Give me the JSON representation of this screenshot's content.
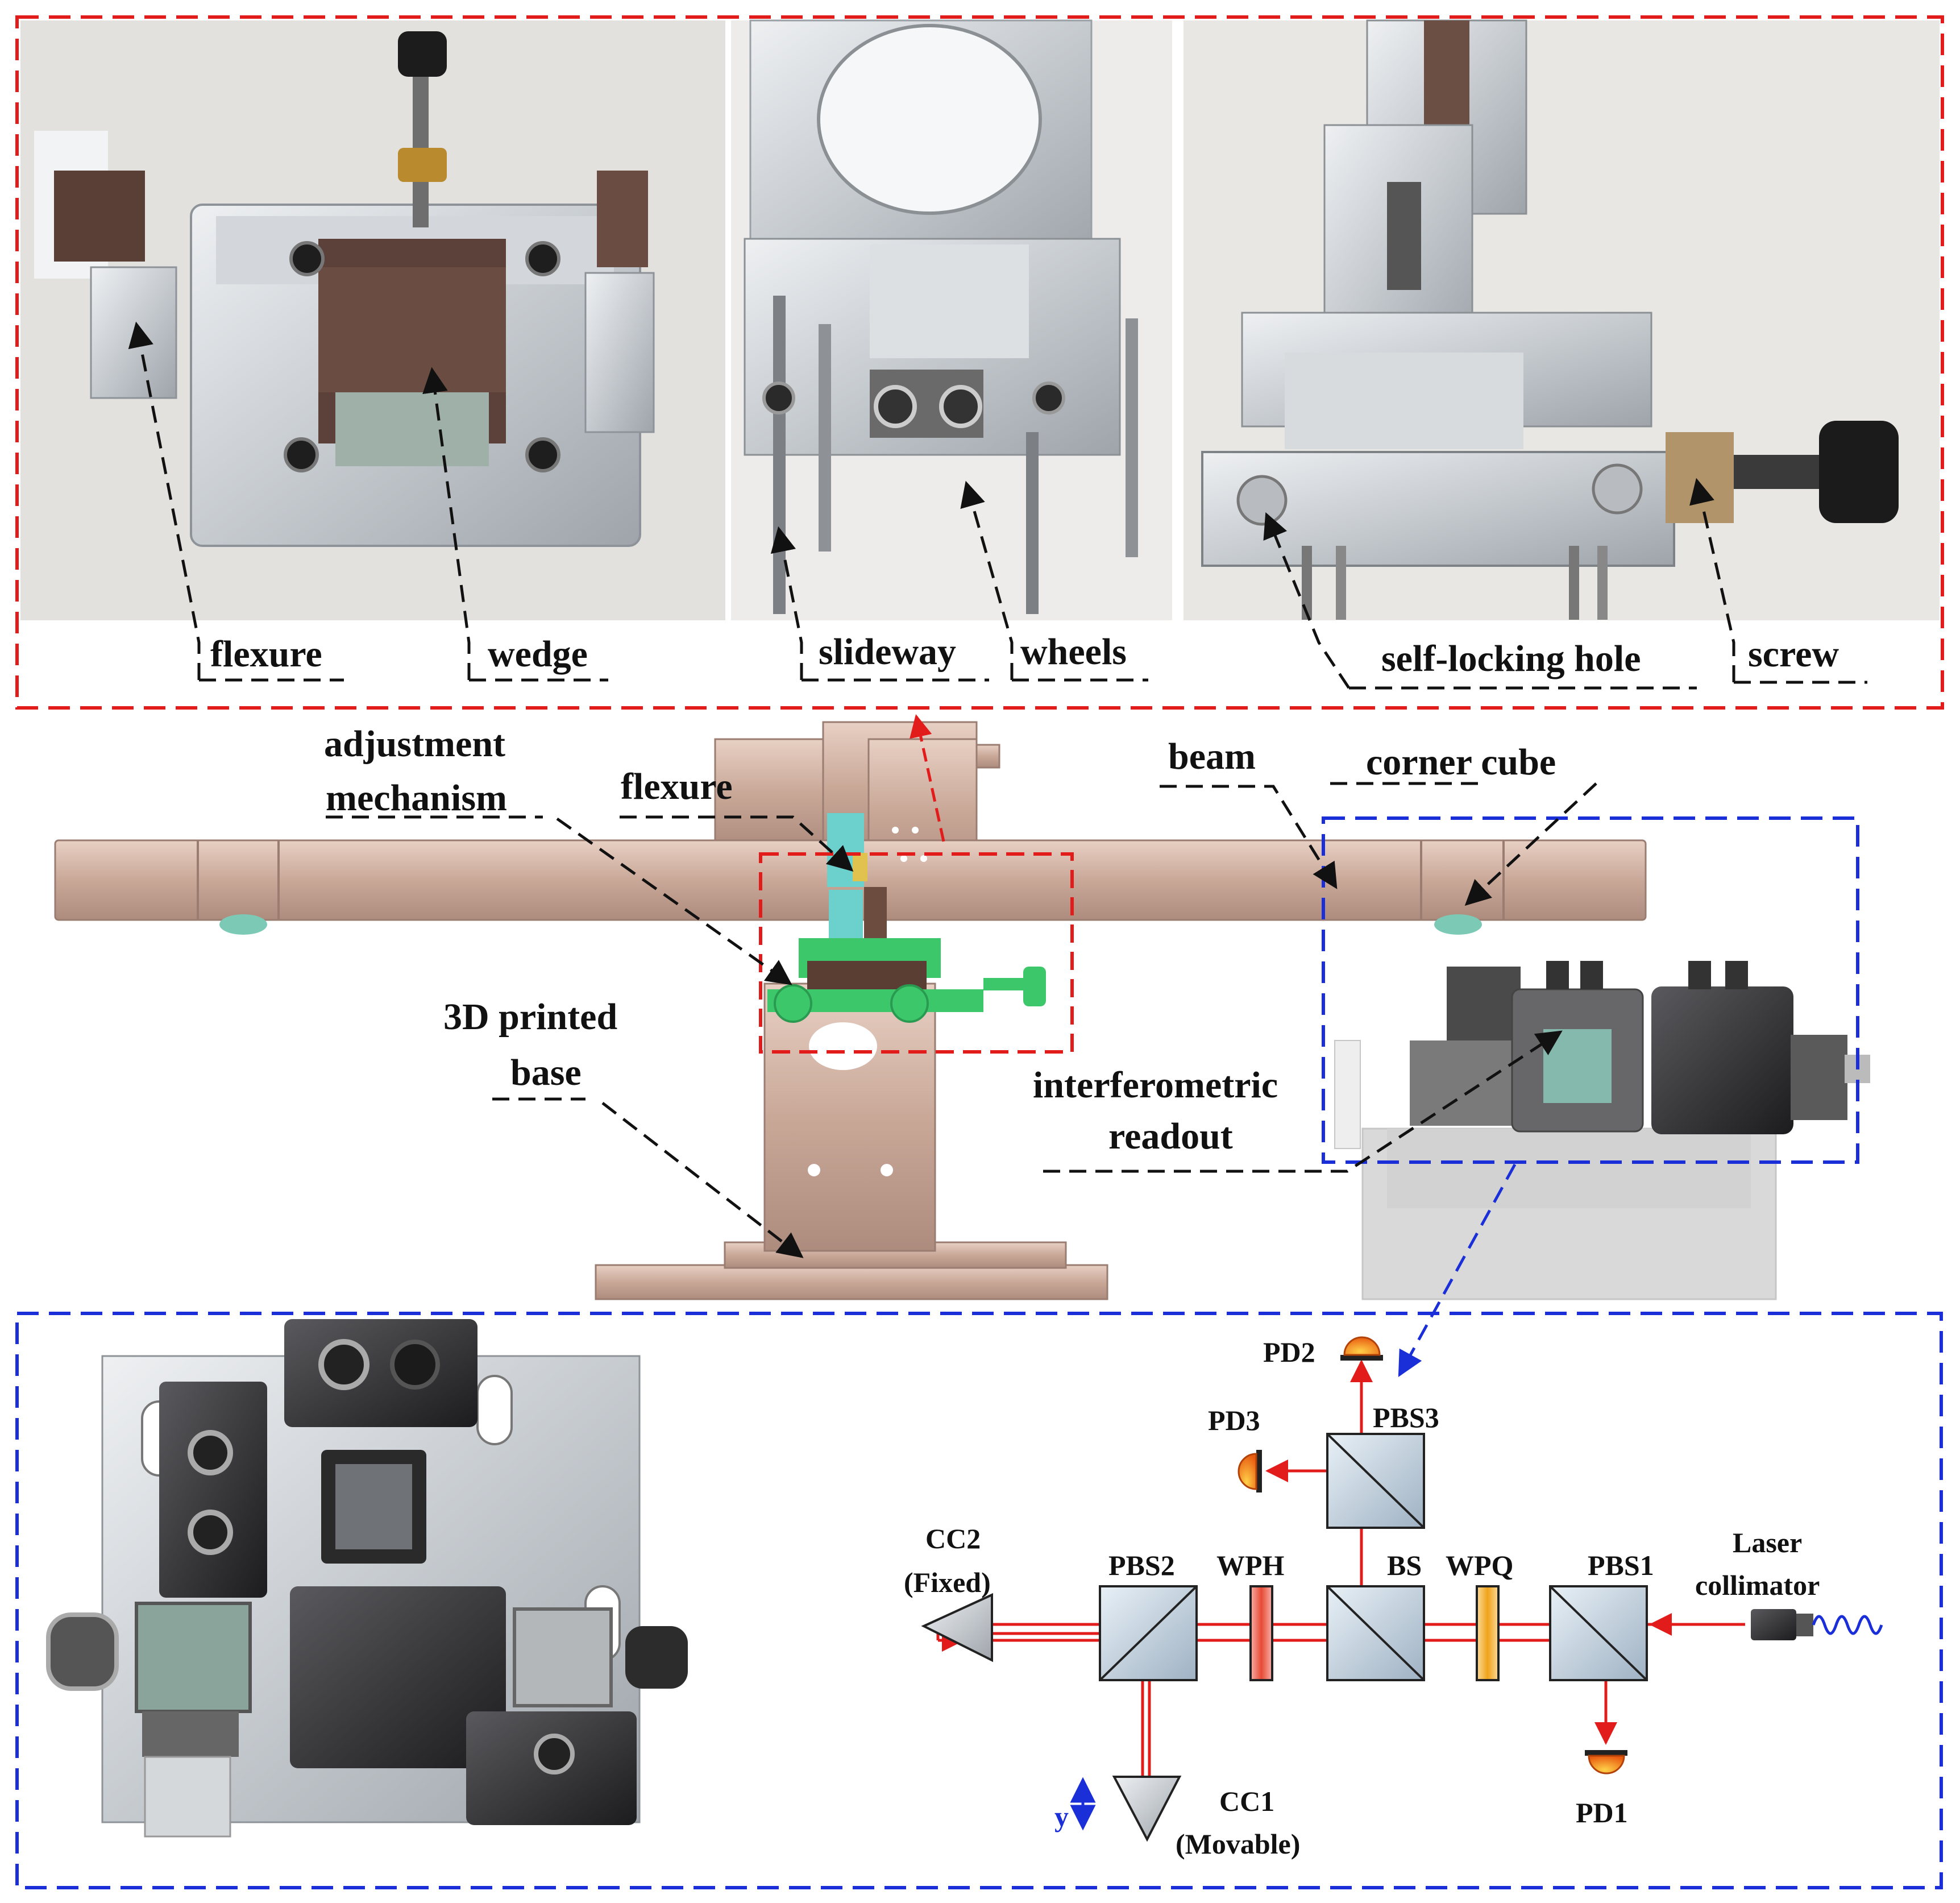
{
  "photo_labels": {
    "flexure": "flexure",
    "wedge": "wedge",
    "slideway": "slideway",
    "wheels": "wheels",
    "self_locking_hole": "self-locking hole",
    "screw": "screw"
  },
  "cad_labels": {
    "adjustment_line1": "adjustment",
    "adjustment_line2": "mechanism",
    "flexure": "flexure",
    "beam": "beam",
    "corner_cube": "corner cube",
    "base_line1": "3D printed",
    "base_line2": "base",
    "readout_line1": "interferometric",
    "readout_line2": "readout"
  },
  "optics_labels": {
    "pd1": "PD1",
    "pd2": "PD2",
    "pd3": "PD3",
    "pbs1": "PBS1",
    "pbs2": "PBS2",
    "pbs3": "PBS3",
    "bs": "BS",
    "wph": "WPH",
    "wpq": "WPQ",
    "cc2_line1": "CC2",
    "cc2_line2": "(Fixed)",
    "cc1_line1": "CC1",
    "cc1_line2": "(Movable)",
    "laser_line1": "Laser",
    "laser_line2": "collimator",
    "axis_y": "y"
  },
  "colors": {
    "photo_box": "#e21b1b",
    "readout_box": "#1a2fd8",
    "laser_beam": "#e21b1b",
    "beam_pink": "#c9a898",
    "flexure_cyan": "#6cd0cc",
    "mount_green": "#3cc86a",
    "detector_dome": "#e85a10"
  }
}
